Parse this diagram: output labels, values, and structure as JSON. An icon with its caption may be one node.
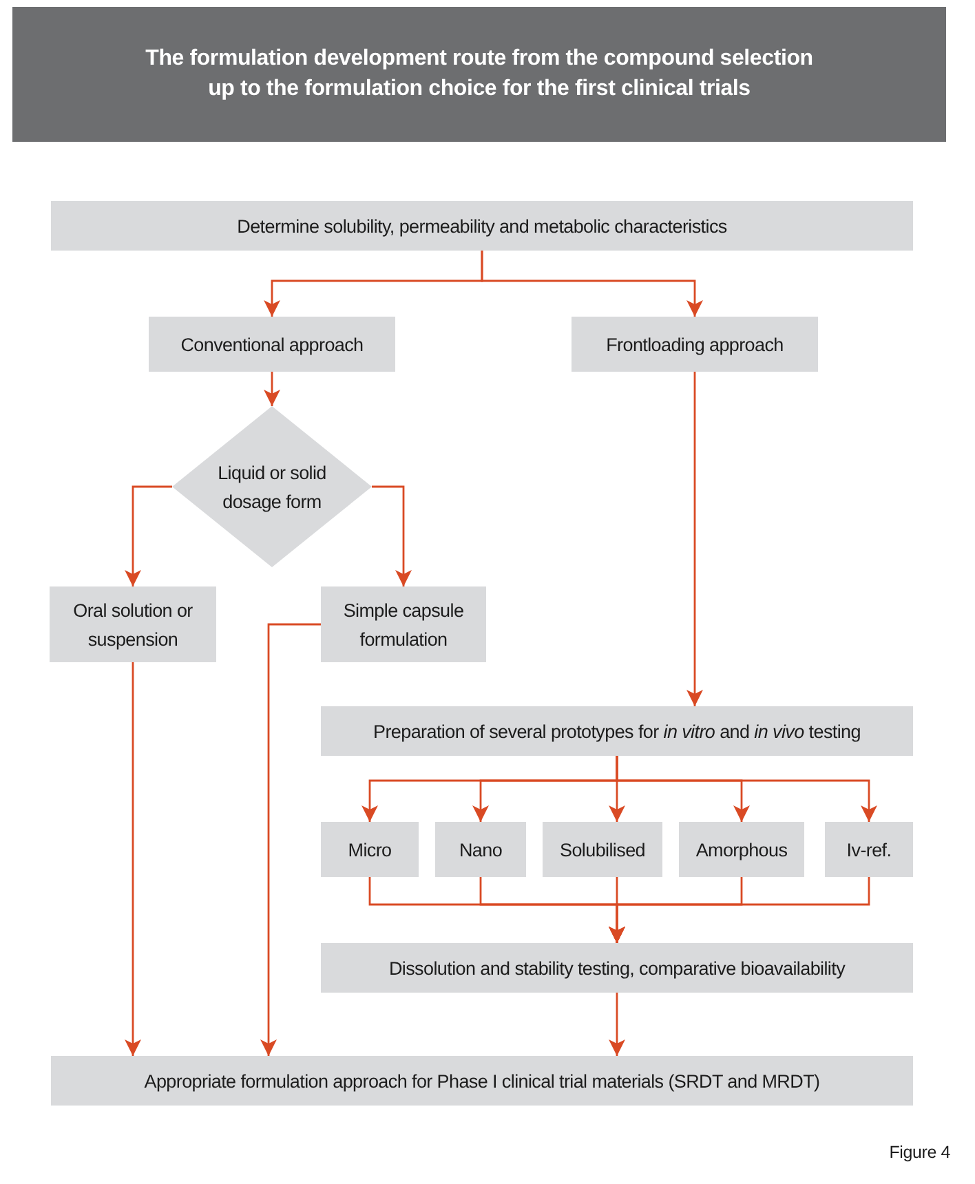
{
  "diagram": {
    "title": "The formulation development route from the compound selection up to the formulation choice for the first clinical trials",
    "nodes": [
      {
        "text": [
          "Determine solubility, permeability and metabolic characteristics"
        ]
      },
      {
        "text": [
          "Conventional approach"
        ]
      },
      {
        "text": [
          "Frontloading approach"
        ]
      },
      {
        "text": [
          "Liquid or solid dosage form"
        ]
      },
      {
        "text": [
          "Oral solution or suspension"
        ]
      },
      {
        "text": [
          "Simple capsule formulation"
        ]
      },
      {
        "text": [
          "Preparation of several prototypes for *in vitro* and *in vivo* testing"
        ]
      },
      {
        "text": [
          "Micro"
        ]
      },
      {
        "text": [
          "Nano"
        ]
      },
      {
        "text": [
          "Solubilised"
        ]
      },
      {
        "text": [
          "Amorphous"
        ]
      },
      {
        "text": [
          "Iv-ref."
        ]
      },
      {
        "text": [
          "Dissolution and stability testing, comparative bioavailability"
        ]
      },
      {
        "text": [
          "Appropriate formulation approach for Phase I clinical trial materials (SRDT and MRDT)"
        ]
      }
    ],
    "edges": [
      {
        "from": 0,
        "to": 1,
        "arrow": "to"
      },
      {
        "from": 0,
        "to": 2,
        "arrow": "to"
      },
      {
        "from": 1,
        "to": 3,
        "arrow": "to"
      },
      {
        "from": 3,
        "to": 4,
        "arrow": "to"
      },
      {
        "from": 3,
        "to": 5,
        "arrow": "to"
      },
      {
        "from": 2,
        "to": 6,
        "arrow": "to"
      },
      {
        "from": 4,
        "to": 13,
        "arrow": "to"
      },
      {
        "from": 5,
        "to": 13,
        "arrow": "to"
      },
      {
        "from": 6,
        "to": 7,
        "arrow": "to"
      },
      {
        "from": 6,
        "to": 8,
        "arrow": "to"
      },
      {
        "from": 6,
        "to": 9,
        "arrow": "to"
      },
      {
        "from": 6,
        "to": 10,
        "arrow": "to"
      },
      {
        "from": 6,
        "to": 11,
        "arrow": "to"
      },
      {
        "from": 7,
        "to": 12,
        "arrow": "to"
      },
      {
        "from": 8,
        "to": 12,
        "arrow": "to"
      },
      {
        "from": 9,
        "to": 12,
        "arrow": "to"
      },
      {
        "from": 10,
        "to": 12,
        "arrow": "to"
      },
      {
        "from": 11,
        "to": 12,
        "arrow": "to"
      },
      {
        "from": 12,
        "to": 13,
        "arrow": "to"
      }
    ],
    "labels": [
      "Figure 4"
    ]
  }
}
